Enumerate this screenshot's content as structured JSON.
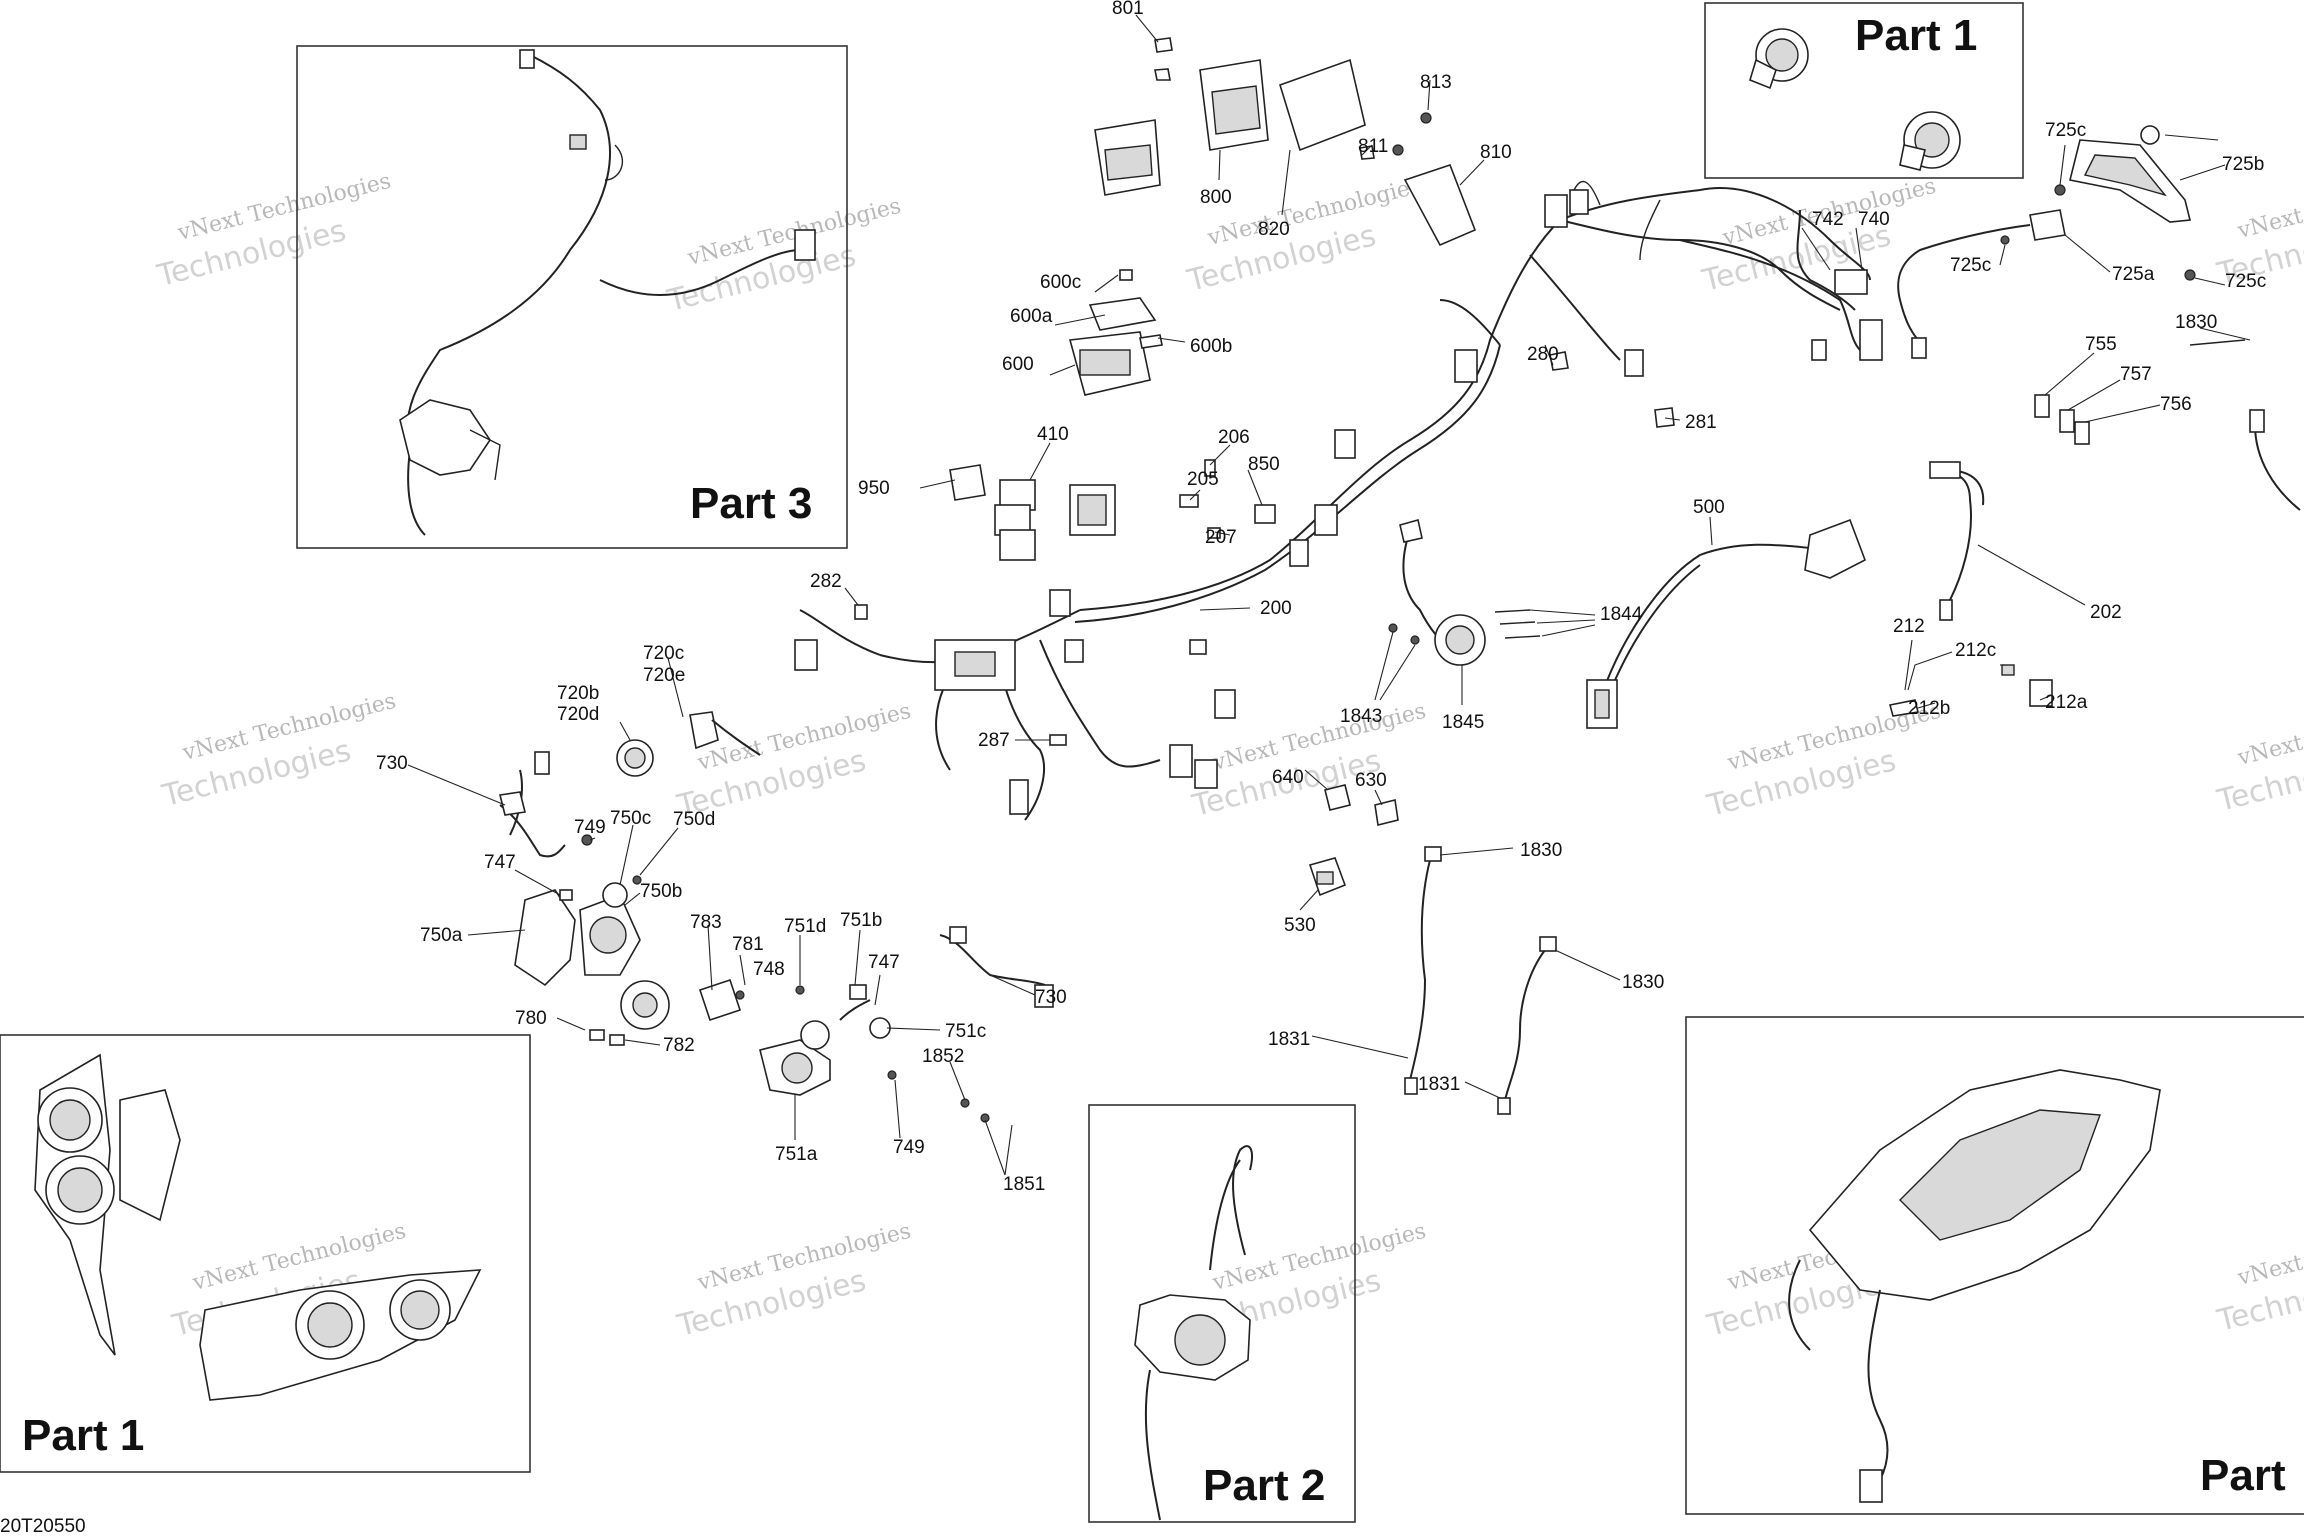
{
  "diagram": {
    "ref_code": "20T20550",
    "watermark": {
      "line1": "vNext Technologies",
      "line2": "Technologies"
    },
    "insets": {
      "part1_top": "Part 1",
      "part1_bottom": "Part 1",
      "part2": "Part 2",
      "part3": "Part 3",
      "part_right": "Part"
    },
    "callouts": {
      "c801": "801",
      "c813": "813",
      "c810": "810",
      "c811": "811",
      "c800": "800",
      "c820": "820",
      "c600c": "600c",
      "c600a": "600a",
      "c600b": "600b",
      "c600": "600",
      "c410": "410",
      "c950": "950",
      "c206": "206",
      "c205": "205",
      "c850": "850",
      "c207": "207",
      "c200": "200",
      "c282": "282",
      "c287": "287",
      "c280": "280",
      "c281": "281",
      "c742": "742",
      "c740": "740",
      "c725c_a": "725c",
      "c725b": "725b",
      "c725c_b": "725c",
      "c725a": "725a",
      "c725c_c": "725c",
      "c1830_a": "1830",
      "c755": "755",
      "c757": "757",
      "c756": "756",
      "c500": "500",
      "c1844": "1844",
      "c1843": "1843",
      "c1845": "1845",
      "c202": "202",
      "c212": "212",
      "c212c": "212c",
      "c212b": "212b",
      "c212a": "212a",
      "c720c": "720c",
      "c720e": "720e",
      "c720b": "720b",
      "c720d": "720d",
      "c730_a": "730",
      "c749_a": "749",
      "c750c": "750c",
      "c750d": "750d",
      "c747_a": "747",
      "c750b": "750b",
      "c750a": "750a",
      "c783": "783",
      "c781": "781",
      "c751d": "751d",
      "c751b": "751b",
      "c748": "748",
      "c747_b": "747",
      "c730_b": "730",
      "c780": "780",
      "c782": "782",
      "c751c": "751c",
      "c1852": "1852",
      "c751a": "751a",
      "c749_b": "749",
      "c1851": "1851",
      "c640": "640",
      "c630": "630",
      "c530": "530",
      "c1830_b": "1830",
      "c1830_c": "1830",
      "c1831_a": "1831",
      "c1831_b": "1831"
    }
  }
}
